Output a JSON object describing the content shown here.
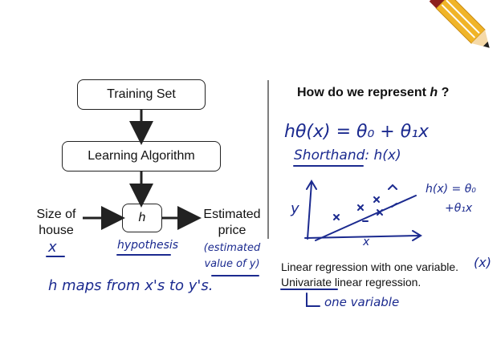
{
  "flow": {
    "training_set": "Training Set",
    "learning_algorithm": "Learning Algorithm",
    "h_box": "h",
    "input_label": "Size of house",
    "output_label": "Estimated price"
  },
  "handwriting": {
    "x_under_input": "x",
    "hypothesis": "hypothesis",
    "estimated_value": "(estimated value of y)",
    "h_maps": "h maps from x's to y's.",
    "h_theta_eq": "hθ(x) = θ₀ + θ₁x",
    "shorthand": "Shorthand: h(x)",
    "plot_y": "y",
    "plot_x": "x",
    "line_eq_1": "h(x) = θ₀",
    "line_eq_2": "+θ₁x",
    "one_variable": "one variable",
    "x_paren": "(x)"
  },
  "right_panel": {
    "title_prefix": "How do we represent ",
    "title_h": "h",
    "title_suffix": " ?",
    "line1": "Linear regression with one variable.",
    "line2_underlined": "Univariate",
    "line2_rest": " linear regression."
  },
  "colors": {
    "ink": "#1b2a8f",
    "pencil_body": "#f0b428",
    "pencil_tip": "#8c1f1f"
  }
}
